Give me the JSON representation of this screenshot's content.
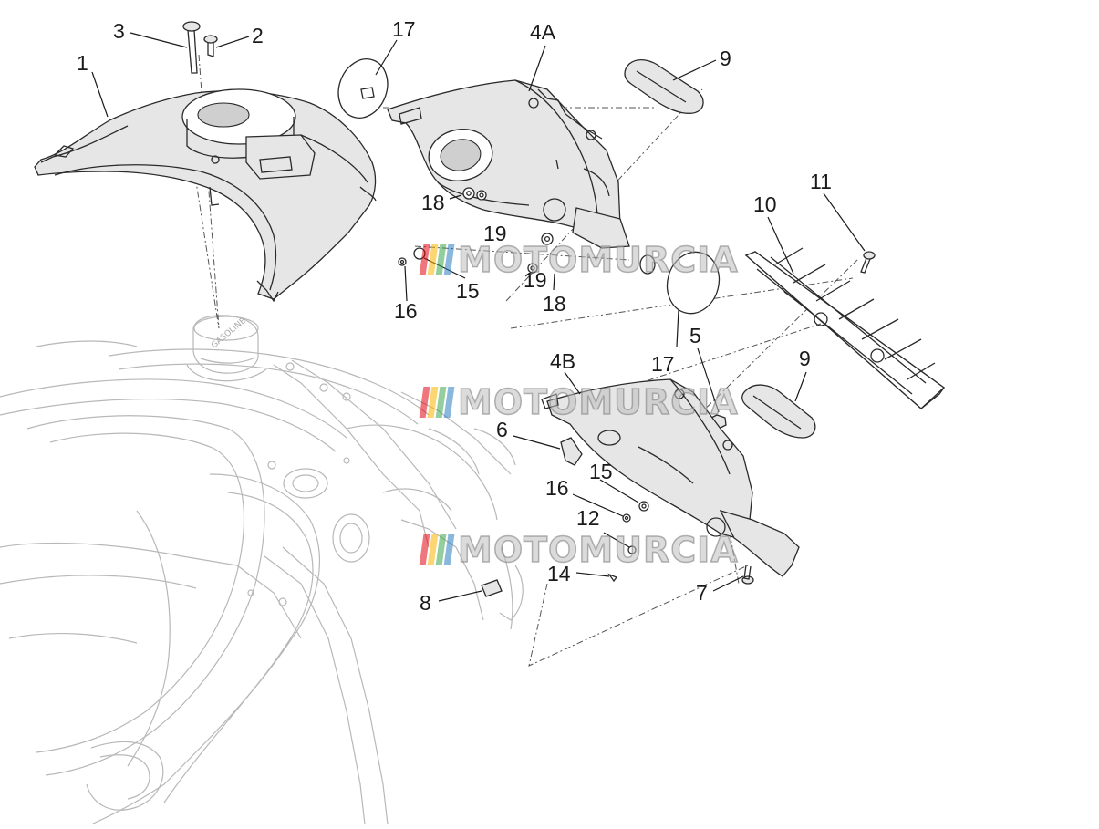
{
  "diagram": {
    "callouts": [
      {
        "id": "c1",
        "label": "1"
      },
      {
        "id": "c2",
        "label": "2"
      },
      {
        "id": "c3",
        "label": "3"
      },
      {
        "id": "c17a",
        "label": "17"
      },
      {
        "id": "c4a",
        "label": "4A"
      },
      {
        "id": "c9a",
        "label": "9"
      },
      {
        "id": "c18a",
        "label": "18"
      },
      {
        "id": "c19a",
        "label": "19"
      },
      {
        "id": "c16a",
        "label": "16"
      },
      {
        "id": "c15a",
        "label": "15"
      },
      {
        "id": "c19b",
        "label": "19"
      },
      {
        "id": "c18b",
        "label": "18"
      },
      {
        "id": "c11",
        "label": "11"
      },
      {
        "id": "c10",
        "label": "10"
      },
      {
        "id": "c5",
        "label": "5"
      },
      {
        "id": "c17b",
        "label": "17"
      },
      {
        "id": "c9b",
        "label": "9"
      },
      {
        "id": "c4b",
        "label": "4B"
      },
      {
        "id": "c6",
        "label": "6"
      },
      {
        "id": "c15b",
        "label": "15"
      },
      {
        "id": "c16b",
        "label": "16"
      },
      {
        "id": "c12",
        "label": "12"
      },
      {
        "id": "c14",
        "label": "14"
      },
      {
        "id": "c8",
        "label": "8"
      },
      {
        "id": "c7",
        "label": "7"
      }
    ],
    "watermark": {
      "text": "MOTOMURCIA",
      "stripe_colors": [
        "#e30613",
        "#f7b500",
        "#3aa64a",
        "#2a7bc0"
      ]
    },
    "cap_text": "GASOLINE",
    "colors": {
      "line": "#2a2a2a",
      "frame": "#b8b8b8",
      "background": "#ffffff"
    }
  }
}
